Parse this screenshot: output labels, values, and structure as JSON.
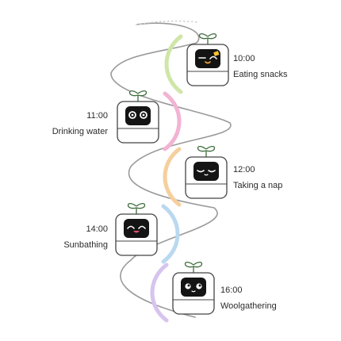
{
  "timeline": [
    {
      "time": "10:00",
      "activity": "Eating snacks",
      "expression": "winking-eating",
      "accent": "#cfe6a8"
    },
    {
      "time": "11:00",
      "activity": "Drinking water",
      "expression": "wide-eyed",
      "accent": "#f2b3d4"
    },
    {
      "time": "12:00",
      "activity": "Taking a nap",
      "expression": "sleeping",
      "accent": "#f6cf9e"
    },
    {
      "time": "14:00",
      "activity": "Sunbathing",
      "expression": "happy-smiling",
      "accent": "#b9d9ef"
    },
    {
      "time": "16:00",
      "activity": "Woolgathering",
      "expression": "daydreaming",
      "accent": "#d6c4ee"
    }
  ]
}
